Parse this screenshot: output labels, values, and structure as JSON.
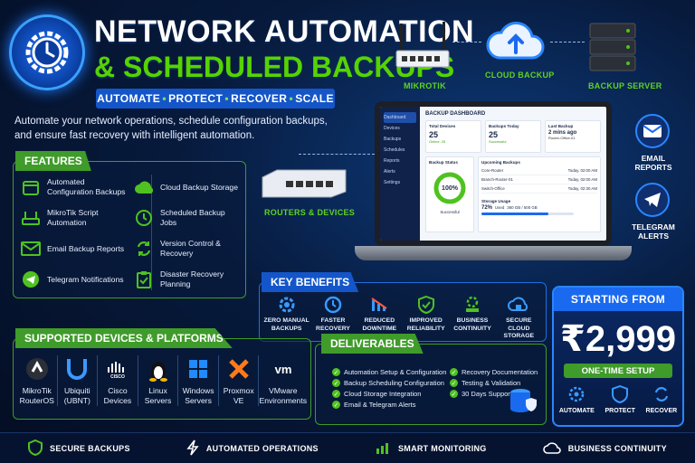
{
  "header": {
    "title_line1": "NETWORK AUTOMATION",
    "title_line2": "& SCHEDULED BACKUPS",
    "tags": [
      "AUTOMATE",
      "PROTECT",
      "RECOVER",
      "SCALE"
    ],
    "intro": "Automate your network operations, schedule configuration backups, and ensure fast recovery with intelligent automation.",
    "icon": "clock-gear-icon"
  },
  "topology": {
    "mikrotik_label": "MIKROTIK",
    "cloud_label": "CLOUD BACKUP",
    "server_label": "BACKUP SERVER",
    "routers_label": "ROUTERS & DEVICES",
    "email_label": "EMAIL\nREPORTS",
    "telegram_label": "TELEGRAM\nALERTS"
  },
  "features": {
    "title": "FEATURES",
    "items": [
      {
        "label": "Automated Configuration Backups",
        "icon": "calendar-icon"
      },
      {
        "label": "Cloud Backup Storage",
        "icon": "cloud-upload-icon"
      },
      {
        "label": "MikroTik Script Automation",
        "icon": "router-icon"
      },
      {
        "label": "Scheduled Backup Jobs",
        "icon": "clock-icon"
      },
      {
        "label": "Email Backup Reports",
        "icon": "mail-icon"
      },
      {
        "label": "Version Control & Recovery",
        "icon": "sync-icon"
      },
      {
        "label": "Telegram Notifications",
        "icon": "telegram-icon"
      },
      {
        "label": "Disaster Recovery Planning",
        "icon": "clipboard-icon"
      }
    ]
  },
  "dashboard": {
    "sidebar": [
      "Dashboard",
      "Devices",
      "Backups",
      "Schedules",
      "Reports",
      "Alerts",
      "Settings"
    ],
    "title": "BACKUP DASHBOARD",
    "cards": [
      {
        "title": "Total Devices",
        "value": "25",
        "sub": "Online: 25"
      },
      {
        "title": "Backups Today",
        "value": "25",
        "sub": "Successful"
      },
      {
        "title": "Last Backup",
        "value": "2 mins ago",
        "sub": "Router-Office-01"
      }
    ],
    "status_title": "Backup Status",
    "status_value": "100%",
    "status_sub": "Successful",
    "upcoming_title": "Upcoming Backups",
    "upcoming": [
      {
        "name": "Core-Router",
        "time": "Today, 02:00 AM"
      },
      {
        "name": "Branch-Router-01",
        "time": "Today, 02:00 AM"
      },
      {
        "name": "Switch-Office",
        "time": "Today, 02:30 AM"
      }
    ],
    "storage_title": "Storage Usage",
    "storage_pct": "72%",
    "storage_used": "Used",
    "storage_detail": "360 GB / 500 GB",
    "storage_fraction": 0.72
  },
  "benefits": {
    "title": "KEY BENEFITS",
    "items": [
      {
        "label": "ZERO MANUAL BACKUPS",
        "icon": "gear-icon"
      },
      {
        "label": "FASTER RECOVERY",
        "icon": "history-icon"
      },
      {
        "label": "REDUCED DOWNTIME",
        "icon": "trend-down-icon"
      },
      {
        "label": "IMPROVED RELIABILITY",
        "icon": "shield-check-icon"
      },
      {
        "label": "BUSINESS CONTINUITY",
        "icon": "org-gear-icon"
      },
      {
        "label": "SECURE CLOUD STORAGE",
        "icon": "cloud-lock-icon"
      }
    ]
  },
  "platforms": {
    "title": "SUPPORTED DEVICES & PLATFORMS",
    "items": [
      {
        "label": "MikroTik RouterOS",
        "icon": "mikrotik-icon"
      },
      {
        "label": "Ubiquiti (UBNT)",
        "icon": "ubiquiti-icon"
      },
      {
        "label": "Cisco Devices",
        "icon": "cisco-icon"
      },
      {
        "label": "Linux Servers",
        "icon": "linux-icon"
      },
      {
        "label": "Windows Servers",
        "icon": "windows-icon"
      },
      {
        "label": "Proxmox VE",
        "icon": "proxmox-icon"
      },
      {
        "label": "VMware Environments",
        "icon": "vmware-icon"
      }
    ]
  },
  "deliverables": {
    "title": "DELIVERABLES",
    "items": [
      "Automation Setup & Configuration",
      "Recovery Documentation",
      "Backup Scheduling Configuration",
      "Testing & Validation",
      "Cloud Storage Integration",
      "30 Days Support",
      "Email & Telegram Alerts"
    ]
  },
  "pricing": {
    "head": "STARTING FROM",
    "price": "₹2,999",
    "badge": "ONE-TIME SETUP",
    "items": [
      {
        "label": "AUTOMATE",
        "icon": "gear-icon"
      },
      {
        "label": "PROTECT",
        "icon": "shield-icon"
      },
      {
        "label": "RECOVER",
        "icon": "refresh-icon"
      }
    ]
  },
  "bottom": {
    "items": [
      {
        "label": "SECURE BACKUPS",
        "icon": "shield-icon"
      },
      {
        "label": "AUTOMATED OPERATIONS",
        "icon": "lightning-icon"
      },
      {
        "label": "SMART MONITORING",
        "icon": "chart-icon"
      },
      {
        "label": "BUSINESS CONTINUITY",
        "icon": "cloud-upload-icon"
      }
    ]
  },
  "colors": {
    "accent_green": "#55d400",
    "accent_blue": "#1a6af0",
    "bg": "#071a3c"
  }
}
